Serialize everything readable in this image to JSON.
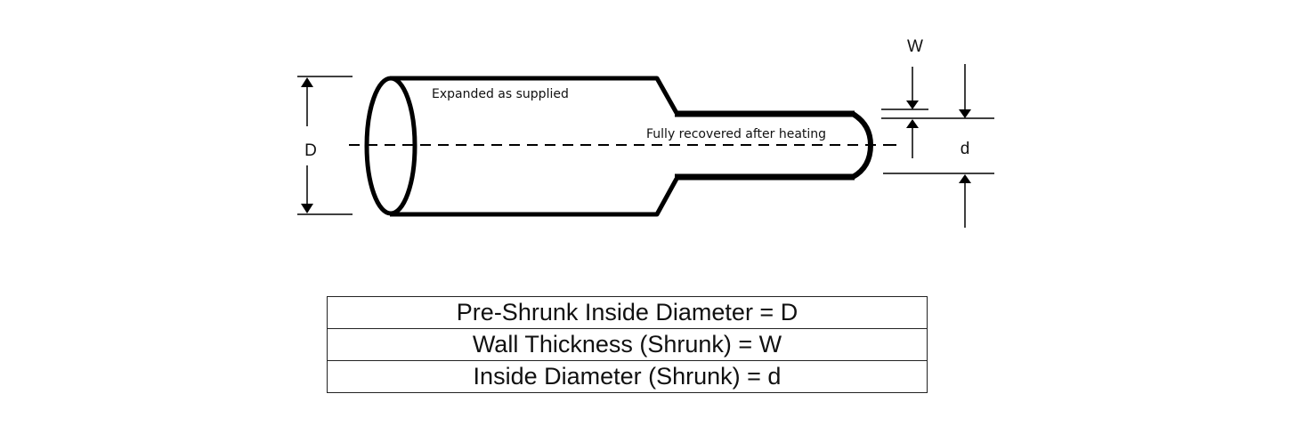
{
  "diagram": {
    "title": "Heat shrink tubing dimensions",
    "labels": {
      "expanded": "Expanded as supplied",
      "recovered": "Fully recovered after heating",
      "dim_D": "D",
      "dim_W": "W",
      "dim_d": "d"
    },
    "colors": {
      "line": "#000000",
      "background": "#ffffff"
    }
  },
  "legend": {
    "rows": [
      {
        "label": "Pre-Shrunk Inside Diameter = D"
      },
      {
        "label": "Wall Thickness (Shrunk) = W"
      },
      {
        "label": "Inside Diameter (Shrunk) = d"
      }
    ]
  }
}
